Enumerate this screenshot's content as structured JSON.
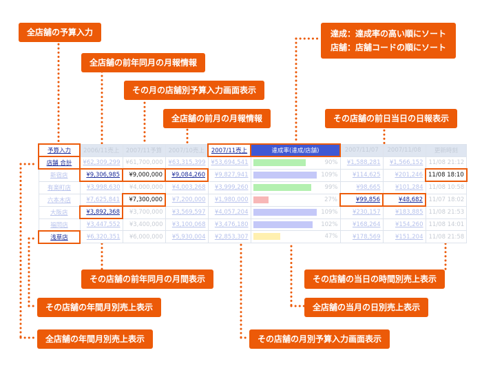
{
  "callouts": {
    "budget_input_all": "全店舗の予算入力",
    "prev_year_monthly_all": "全店舗の前年同月の月報情報",
    "store_budget_input_screen": "その月の店舗別予算入力画面表示",
    "prev_month_monthly_all": "全店舗の前月の月報情報",
    "sort_line1": "達成：達成率の高い順にソート",
    "sort_line2": "店舗：店舗コードの順にソート",
    "daily_report": "その店舗の前日当日の日報表示",
    "store_prev_year_month": "その店舗の前年同月の月間表示",
    "store_hourly": "その店舗の当日の時間別売上表示",
    "store_yearly_monthly": "その店舗の年間月別売上表示",
    "all_daily_month": "全店舗の当月の日別売上表示",
    "all_yearly_monthly": "全店舗の年間月別売上表示",
    "store_monthly_budget_screen": "その店舗の月別予算入力画面表示"
  },
  "table": {
    "headers": {
      "store": "予算入力",
      "prev_year": "2006/11売上",
      "budget": "2007/11予算",
      "prev_month": "2007/10売上",
      "current": "2007/11売上",
      "rate": "達成率(達成/店舗)",
      "day1": "2007/11/07",
      "day2": "2007/11/08",
      "updated": "更新時刻"
    },
    "rows": [
      {
        "store": "店舗 合計",
        "prev_year": "¥62,309,299",
        "budget": "¥61,700,000",
        "prev_month": "¥63,315,399",
        "current": "¥53,694,541",
        "rate": "90%",
        "rate_value": 90,
        "bar_color": "#b3f0b0",
        "day1": "¥1,588,281",
        "day2": "¥1,566,152",
        "updated": "11/08 21:12"
      },
      {
        "store": "新宿店",
        "prev_year": "¥9,306,985",
        "budget": "¥9,000,000",
        "prev_month": "¥9,084,260",
        "current": "¥9,827,941",
        "rate": "109%",
        "rate_value": 109,
        "bar_color": "#c4c8f8",
        "day1": "¥114,625",
        "day2": "¥201,246",
        "updated": "11/08 18:10"
      },
      {
        "store": "有楽町店",
        "prev_year": "¥3,998,630",
        "budget": "¥4,000,000",
        "prev_month": "¥4,003,268",
        "current": "¥3,999,260",
        "rate": "99%",
        "rate_value": 99,
        "bar_color": "#b3f0b0",
        "day1": "¥98,665",
        "day2": "¥101,284",
        "updated": "11/08 10:58"
      },
      {
        "store": "六本木店",
        "prev_year": "¥7,625,841",
        "budget": "¥7,300,000",
        "prev_month": "¥7,200,000",
        "current": "¥1,980,000",
        "rate": "27%",
        "rate_value": 27,
        "bar_color": "#f7b7b7",
        "day1": "¥99,856",
        "day2": "¥48,682",
        "updated": "11/07 18:02"
      },
      {
        "store": "大阪店",
        "prev_year": "¥3,892,368",
        "budget": "¥3,700,000",
        "prev_month": "¥3,569,597",
        "current": "¥4,057,204",
        "rate": "109%",
        "rate_value": 109,
        "bar_color": "#c4c8f8",
        "day1": "¥230,157",
        "day2": "¥183,885",
        "updated": "11/08 21:53"
      },
      {
        "store": "福岡店",
        "prev_year": "¥3,447,552",
        "budget": "¥3,400,000",
        "prev_month": "¥3,100,068",
        "current": "¥3,476,180",
        "rate": "102%",
        "rate_value": 102,
        "bar_color": "#c4c8f8",
        "day1": "¥168,264",
        "day2": "¥154,260",
        "updated": "11/08 14:01"
      },
      {
        "store": "浅草店",
        "prev_year": "¥6,320,351",
        "budget": "¥6,000,000",
        "prev_month": "¥5,930,004",
        "current": "¥2,853,307",
        "rate": "47%",
        "rate_value": 47,
        "bar_color": "#fff0b0",
        "day1": "¥178,569",
        "day2": "¥151,204",
        "updated": "11/08 21:58"
      }
    ]
  },
  "colors": {
    "accent": "#ec5a08",
    "link": "#1a2a99",
    "header_sort": "#3f58d4"
  }
}
